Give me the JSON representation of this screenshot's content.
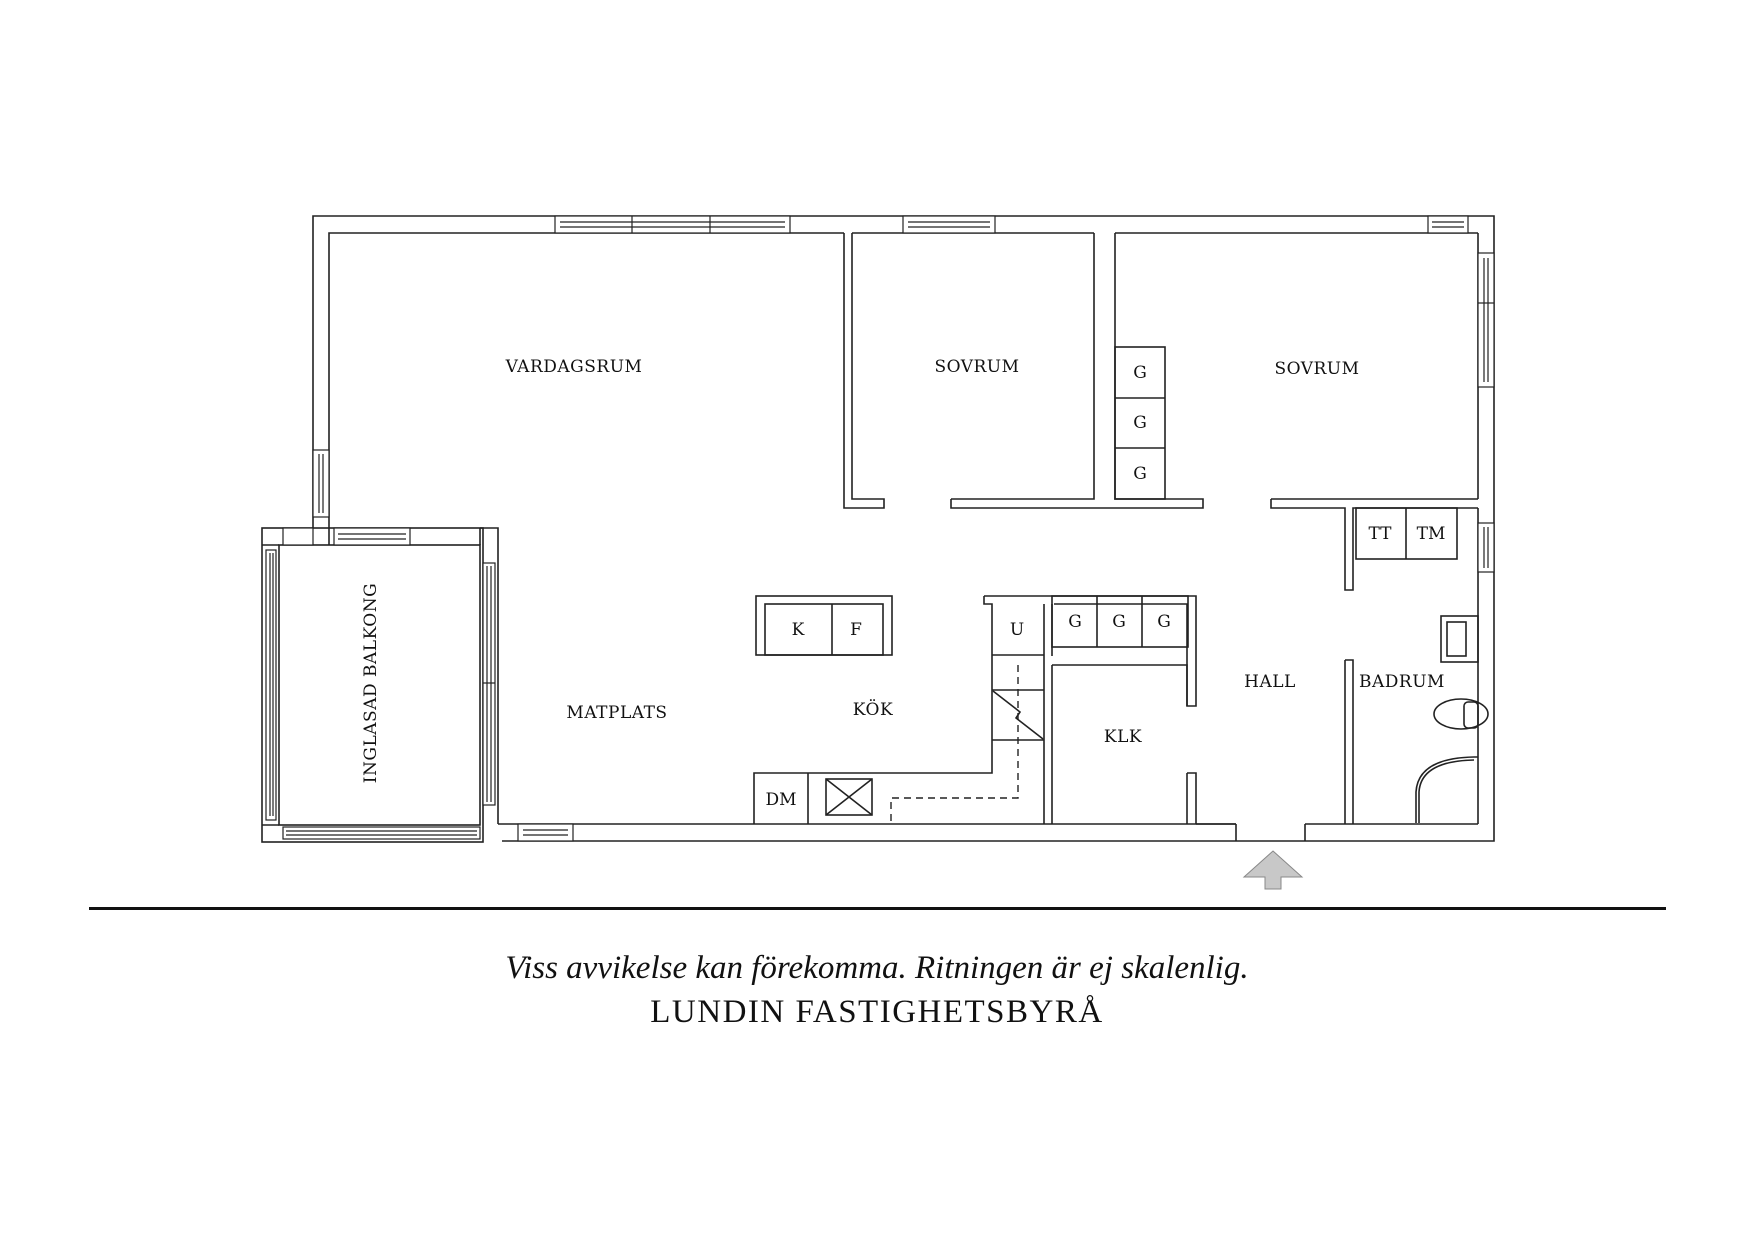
{
  "rooms": {
    "vardagsrum": "VARDAGSRUM",
    "sovrum_1": "SOVRUM",
    "sovrum_2": "SOVRUM",
    "inglasad_balkong": "INGLASAD BALKONG",
    "matplats": "MATPLATS",
    "kok": "KÖK",
    "klk": "KLK",
    "hall": "HALL",
    "badrum": "BADRUM"
  },
  "fixtures": {
    "wardrobe": "G",
    "stove": "K",
    "fridge": "F",
    "oven_unit": "U",
    "dishwasher": "DM",
    "dryer": "TT",
    "washer": "TM"
  },
  "entrance": {
    "icon": "entrance-arrow-icon",
    "color": "#c8c8c8"
  },
  "footer": {
    "disclaimer": "Viss avvikelse kan förekomma. Ritningen är ej skalenlig.",
    "brand": "LUNDIN FASTIGHETSBYRÅ"
  }
}
